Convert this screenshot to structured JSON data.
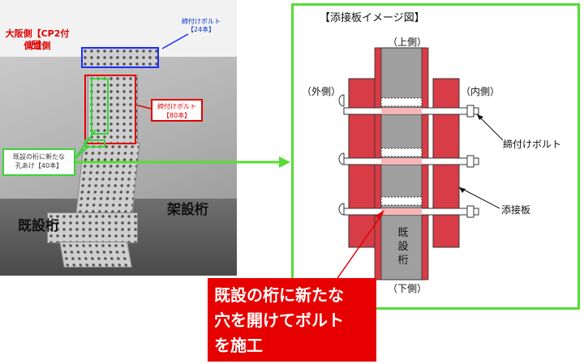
{
  "photo": {
    "caption_osaka": "大阪側【CP2付近】",
    "caption_side": "側道側",
    "bolt_label_top": "締付けボルト",
    "bolt_count_top": "【24本】",
    "bolt_label_mid": "締付けボルト",
    "bolt_count_mid": "【80本】",
    "new_hole_label_1": "既設の桁に新たな",
    "new_hole_label_2": "孔あけ【40本】",
    "existing_beam": "既設桁",
    "erected_beam": "架設桁"
  },
  "diagram": {
    "title": "【添接板イメージ図】",
    "top_side": "（上側）",
    "bottom_side": "（下側）",
    "outer_side": "（外側）",
    "inner_side": "（内側）",
    "bolt_label": "締付けボルト",
    "plate_label": "添接板",
    "existing_beam_label": "既設桁"
  },
  "callout": {
    "line1": "既設の桁に新たな",
    "line2": "穴を開けてボルト",
    "line3": "を施工"
  },
  "colors": {
    "red": "#e00000",
    "green": "#55dd33",
    "blue": "#1a2bff",
    "plate": "#d83c46",
    "beam": "#9f9f9f",
    "callout": "#e60000"
  }
}
